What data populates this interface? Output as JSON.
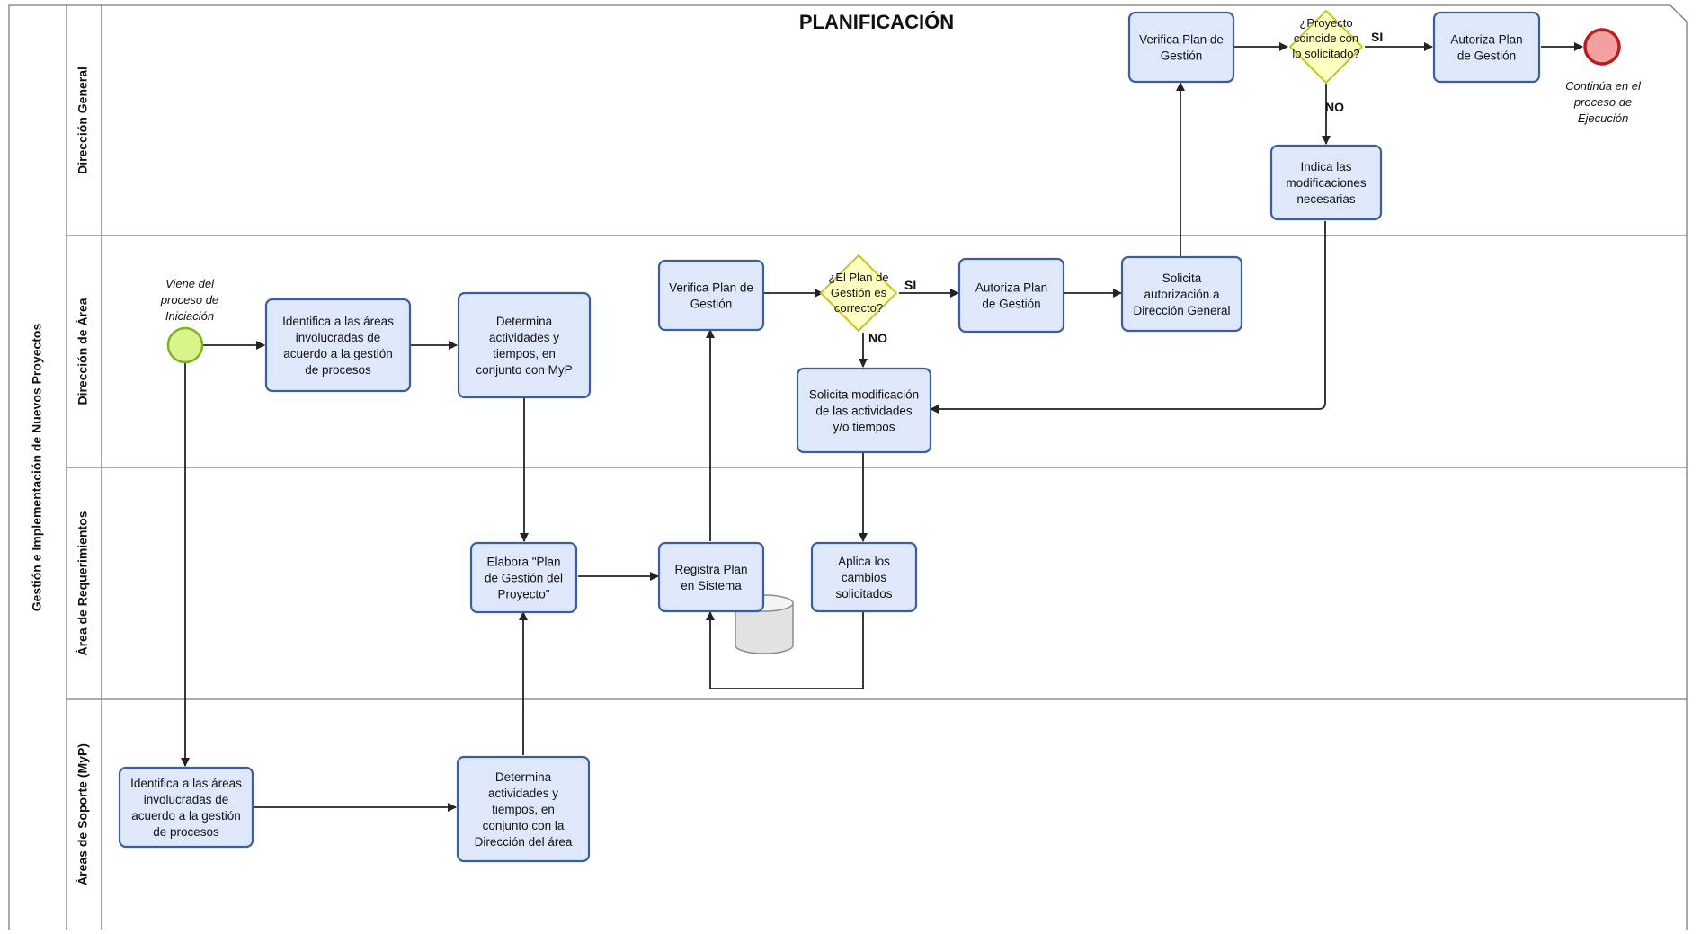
{
  "title": "PLANIFICACIÓN",
  "pool": "Gestión e Implementación de Nuevos Proyectos",
  "lanes": [
    "Dirección General",
    "Dirección de Área",
    "Área de Requerimientos",
    "Áreas de Soporte (MyP)"
  ],
  "start_note": [
    "Viene del",
    "proceso de",
    "Iniciación"
  ],
  "end_note": [
    "Continúa en el",
    "proceso de",
    "Ejecución"
  ],
  "tasks": {
    "dg_verifica": [
      "Verifica Plan de",
      "Gestión"
    ],
    "dg_autoriza": [
      "Autoriza Plan",
      "de Gestión"
    ],
    "dg_indica": [
      "Indica las",
      "modificaciones",
      "necesarias"
    ],
    "da_identifica": [
      "Identifica a las áreas",
      "involucradas de",
      "acuerdo a la gestión",
      "de procesos"
    ],
    "da_determina": [
      "Determina",
      "actividades y",
      "tiempos, en",
      "conjunto con MyP"
    ],
    "da_verifica": [
      "Verifica Plan de",
      "Gestión"
    ],
    "da_autoriza": [
      "Autoriza Plan",
      "de Gestión"
    ],
    "da_solicita_aut": [
      "Solicita",
      "autorización a",
      "Dirección General"
    ],
    "da_solicita_mod": [
      "Solicita modificación",
      "de las actividades",
      "y/o tiempos"
    ],
    "ar_elabora": [
      "Elabora \"Plan",
      "de Gestión del",
      "Proyecto\""
    ],
    "ar_registra": [
      "Registra Plan",
      "en Sistema"
    ],
    "ar_aplica": [
      "Aplica los",
      "cambios",
      "solicitados"
    ],
    "as_identifica": [
      "Identifica a las áreas",
      "involucradas de",
      "acuerdo a la gestión",
      "de procesos"
    ],
    "as_determina": [
      "Determina",
      "actividades y",
      "tiempos, en",
      "conjunto con la",
      "Dirección del área"
    ]
  },
  "gateways": {
    "dg": [
      "¿Proyecto",
      "coincide con",
      "lo solicitado?"
    ],
    "da": [
      "¿El Plan de",
      "Gestión es",
      "correcto?"
    ]
  },
  "flow_labels": {
    "dg_yes": "SI",
    "dg_no": "NO",
    "da_yes": "SI",
    "da_no": "NO"
  },
  "colors": {
    "task_fill": "#dfe8fb",
    "task_stroke": "#3a5f9e",
    "gateway_fill": "#ffffc2",
    "start_fill": "#d9f58a",
    "end_fill": "#f2a0a0"
  }
}
